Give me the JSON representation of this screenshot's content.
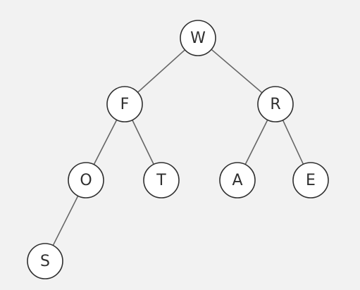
{
  "diagram": {
    "type": "binary-tree",
    "colors": {
      "background": "#f2f2f2",
      "node_fill": "#ffffff",
      "node_stroke": "#2f2f2f",
      "edge_stroke": "#666666",
      "text": "#2f2f2f"
    },
    "nodes": [
      {
        "id": "W",
        "label": "W"
      },
      {
        "id": "F",
        "label": "F"
      },
      {
        "id": "R",
        "label": "R"
      },
      {
        "id": "O",
        "label": "O"
      },
      {
        "id": "T",
        "label": "T"
      },
      {
        "id": "A",
        "label": "A"
      },
      {
        "id": "E",
        "label": "E"
      },
      {
        "id": "S",
        "label": "S"
      }
    ],
    "edges": [
      {
        "from": "W",
        "to": "F"
      },
      {
        "from": "W",
        "to": "R"
      },
      {
        "from": "F",
        "to": "O"
      },
      {
        "from": "F",
        "to": "T"
      },
      {
        "from": "R",
        "to": "A"
      },
      {
        "from": "R",
        "to": "E"
      },
      {
        "from": "O",
        "to": "S"
      }
    ]
  }
}
